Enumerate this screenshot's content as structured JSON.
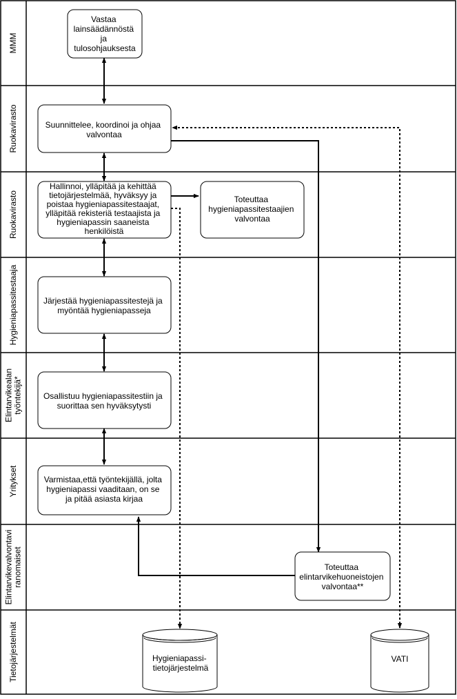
{
  "lanes": [
    {
      "id": "mmm",
      "label": [
        "MMM"
      ]
    },
    {
      "id": "ruokavirasto-1",
      "label": [
        "Ruokavirasto"
      ]
    },
    {
      "id": "ruokavirasto-2",
      "label": [
        "Ruokavirasto"
      ]
    },
    {
      "id": "hygieniapassitestaaja",
      "label": [
        "Hygieniapassitestaaja"
      ]
    },
    {
      "id": "elintarvikealan-tyontekija",
      "label": [
        "Elintarvikealan",
        "työntekijä*"
      ]
    },
    {
      "id": "yritykset",
      "label": [
        "Yritykset"
      ]
    },
    {
      "id": "elintarvikevalvontaviranomaiset",
      "label": [
        "Elintarvikevalvontavi",
        "ranomaiset"
      ]
    },
    {
      "id": "tietojarjestelmat",
      "label": [
        "Tietojärjestelmät"
      ]
    }
  ],
  "boxes": [
    {
      "id": "mmm-box",
      "lines": [
        "Vastaa",
        "lainsäädännöstä",
        "ja",
        "tulosohjauksesta"
      ]
    },
    {
      "id": "suunnittelee-box",
      "lines": [
        "Suunnittelee, koordinoi ja ohjaa",
        "valvontaa"
      ]
    },
    {
      "id": "hallinnoi-box",
      "lines": [
        "Hallinnoi, ylläpitää ja kehittää",
        "tietojärjestelmää, hyväksyy ja",
        "poistaa hygieniapassitestaajat,",
        "ylläpitää rekisteriä testaajista ja",
        "hygieniapassin saaneista",
        "henkilöistä"
      ]
    },
    {
      "id": "toteuttaa-testaajat-box",
      "lines": [
        "Toteuttaa",
        "hygieniapassitestaajien",
        "valvontaa"
      ]
    },
    {
      "id": "jarjestaa-box",
      "lines": [
        "Järjestää hygieniapassitestejä ja",
        "myöntää hygieniapasseja"
      ]
    },
    {
      "id": "osallistuu-box",
      "lines": [
        "Osallistuu hygieniapassitestiin ja",
        "suorittaa sen hyväksytysti"
      ]
    },
    {
      "id": "varmistaa-box",
      "lines": [
        "Varmistaa,että työntekijällä, jolta",
        "hygieniapassi vaaditaan, on se",
        "ja pitää asiasta kirjaa"
      ]
    },
    {
      "id": "toteuttaa-huoneistot-box",
      "lines": [
        "Toteuttaa",
        "elintarvikehuoneistojen",
        "valvontaa**"
      ]
    }
  ],
  "databases": [
    {
      "id": "hygieniapassi-db",
      "lines": [
        "Hygieniapassi-",
        "tietojärjestelmä"
      ]
    },
    {
      "id": "vati-db",
      "lines": [
        "VATI"
      ]
    }
  ]
}
